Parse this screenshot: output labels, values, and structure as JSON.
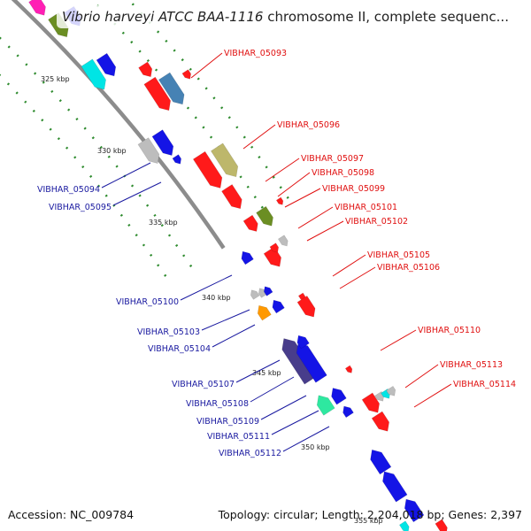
{
  "title": {
    "organism": "Vibrio harveyi ATCC BAA-1116",
    "rest": " chromosome II, complete sequenc..."
  },
  "footer": {
    "accession": "Accession: NC_009784",
    "summary": "Topology: circular; Length: 2,204,018 bp; Genes: 2,397"
  },
  "colors": {
    "backbone": "#8c8c8c",
    "tick_dot": "#2e8b2e",
    "label_red": "#e01010",
    "label_blue": "#1a1aa0",
    "gene_red": "#ff1a1a",
    "gene_blue": "#1414e6",
    "gene_lightblue": "#4682b4",
    "gene_khaki": "#bdb76b",
    "gene_olive": "#6b8e23",
    "gene_gray": "#bdbdbd",
    "gene_cyan": "#00e5e5",
    "gene_magenta": "#ff1fb4",
    "gene_orange": "#ff9900",
    "gene_darkslate": "#483d8b",
    "gene_mint": "#2ee8a0"
  },
  "ticks": [
    {
      "label": "325 kbp"
    },
    {
      "label": "330 kbp"
    },
    {
      "label": "335 kbp"
    },
    {
      "label": "340 kbp"
    },
    {
      "label": "345 kbp"
    },
    {
      "label": "350 kbp"
    },
    {
      "label": "355 kbp"
    }
  ],
  "gene_labels": {
    "forward": [
      "VIBHAR_05093",
      "VIBHAR_05096",
      "VIBHAR_05097",
      "VIBHAR_05098",
      "VIBHAR_05099",
      "VIBHAR_05101",
      "VIBHAR_05102",
      "VIBHAR_05105",
      "VIBHAR_05106",
      "VIBHAR_05110",
      "VIBHAR_05113",
      "VIBHAR_05114"
    ],
    "reverse": [
      "VIBHAR_05094",
      "VIBHAR_05095",
      "VIBHAR_05100",
      "VIBHAR_05103",
      "VIBHAR_05104",
      "VIBHAR_05107",
      "VIBHAR_05108",
      "VIBHAR_05109",
      "VIBHAR_05111",
      "VIBHAR_05112"
    ]
  }
}
